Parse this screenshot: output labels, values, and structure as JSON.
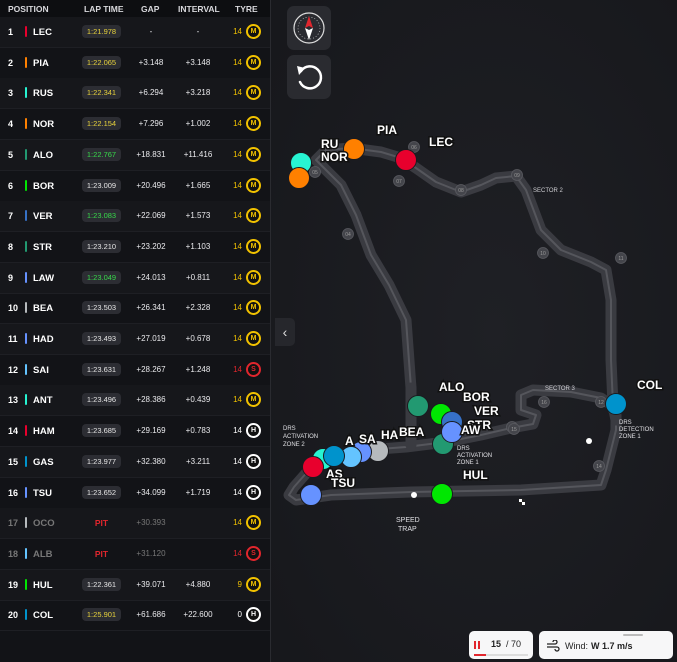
{
  "columns": {
    "position": "POSITION",
    "lap_time": "LAP TIME",
    "gap": "GAP",
    "interval": "INTERVAL",
    "tyre": "TYRE"
  },
  "drivers": [
    {
      "pos": "1",
      "code": "LEC",
      "team_color": "#e8002d",
      "lap": "1:21.978",
      "lap_style": "fast",
      "gap": "-",
      "interval": "-",
      "age": "14",
      "tyre": "M",
      "tyre_color": "#f2c200",
      "age_color": "#f2c200",
      "on_map": true,
      "label": "LEC"
    },
    {
      "pos": "2",
      "code": "PIA",
      "team_color": "#ff8000",
      "lap": "1:22.065",
      "lap_style": "fast",
      "gap": "+3.148",
      "interval": "+3.148",
      "age": "14",
      "tyre": "M",
      "tyre_color": "#f2c200",
      "age_color": "#f2c200",
      "label": "PIA"
    },
    {
      "pos": "3",
      "code": "RUS",
      "team_color": "#27f4d2",
      "lap": "1:22.341",
      "lap_style": "fast",
      "gap": "+6.294",
      "interval": "+3.218",
      "age": "14",
      "tyre": "M",
      "tyre_color": "#f2c200",
      "age_color": "#f2c200",
      "label": "RU"
    },
    {
      "pos": "4",
      "code": "NOR",
      "team_color": "#ff8000",
      "lap": "1:22.154",
      "lap_style": "fast",
      "gap": "+7.296",
      "interval": "+1.002",
      "age": "14",
      "tyre": "M",
      "tyre_color": "#f2c200",
      "age_color": "#f2c200",
      "label": "NOR"
    },
    {
      "pos": "5",
      "code": "ALO",
      "team_color": "#229971",
      "lap": "1:22.767",
      "lap_style": "pb",
      "gap": "+18.831",
      "interval": "+11.416",
      "age": "14",
      "tyre": "M",
      "tyre_color": "#f2c200",
      "age_color": "#f2c200",
      "label": "ALO"
    },
    {
      "pos": "6",
      "code": "BOR",
      "team_color": "#00e701",
      "lap": "1:23.009",
      "lap_style": "",
      "gap": "+20.496",
      "interval": "+1.665",
      "age": "14",
      "tyre": "M",
      "tyre_color": "#f2c200",
      "age_color": "#f2c200",
      "label": "BOR"
    },
    {
      "pos": "7",
      "code": "VER",
      "team_color": "#3671c6",
      "lap": "1:23.083",
      "lap_style": "pb",
      "gap": "+22.069",
      "interval": "+1.573",
      "age": "14",
      "tyre": "M",
      "tyre_color": "#f2c200",
      "age_color": "#f2c200",
      "label": "VER"
    },
    {
      "pos": "8",
      "code": "STR",
      "team_color": "#229971",
      "lap": "1:23.210",
      "lap_style": "",
      "gap": "+23.202",
      "interval": "+1.103",
      "age": "14",
      "tyre": "M",
      "tyre_color": "#f2c200",
      "age_color": "#f2c200",
      "label": "STR"
    },
    {
      "pos": "9",
      "code": "LAW",
      "team_color": "#6692ff",
      "lap": "1:23.049",
      "lap_style": "pb",
      "gap": "+24.013",
      "interval": "+0.811",
      "age": "14",
      "tyre": "M",
      "tyre_color": "#f2c200",
      "age_color": "#f2c200",
      "label": "AW"
    },
    {
      "pos": "10",
      "code": "BEA",
      "team_color": "#b6babd",
      "lap": "1:23.503",
      "lap_style": "",
      "gap": "+26.341",
      "interval": "+2.328",
      "age": "14",
      "tyre": "M",
      "tyre_color": "#f2c200",
      "age_color": "#f2c200",
      "label": "BEA"
    },
    {
      "pos": "11",
      "code": "HAD",
      "team_color": "#6692ff",
      "lap": "1:23.493",
      "lap_style": "",
      "gap": "+27.019",
      "interval": "+0.678",
      "age": "14",
      "tyre": "M",
      "tyre_color": "#f2c200",
      "age_color": "#f2c200",
      "label": "HA"
    },
    {
      "pos": "12",
      "code": "SAI",
      "team_color": "#64c4ff",
      "lap": "1:23.631",
      "lap_style": "",
      "gap": "+28.267",
      "interval": "+1.248",
      "age": "14",
      "tyre": "S",
      "tyre_color": "#e1262d",
      "age_color": "#e1262d",
      "label": "SA"
    },
    {
      "pos": "13",
      "code": "ANT",
      "team_color": "#27f4d2",
      "lap": "1:23.496",
      "lap_style": "",
      "gap": "+28.386",
      "interval": "+0.439",
      "age": "14",
      "tyre": "M",
      "tyre_color": "#f2c200",
      "age_color": "#f2c200",
      "label": "A"
    },
    {
      "pos": "14",
      "code": "HAM",
      "team_color": "#e8002d",
      "lap": "1:23.685",
      "lap_style": "",
      "gap": "+29.169",
      "interval": "+0.783",
      "age": "14",
      "tyre": "H",
      "tyre_color": "#ffffff",
      "age_color": "#ffffff",
      "label": ""
    },
    {
      "pos": "15",
      "code": "GAS",
      "team_color": "#0093cc",
      "lap": "1:23.977",
      "lap_style": "",
      "gap": "+32.380",
      "interval": "+3.211",
      "age": "14",
      "tyre": "H",
      "tyre_color": "#ffffff",
      "age_color": "#ffffff",
      "label": "AS"
    },
    {
      "pos": "16",
      "code": "TSU",
      "team_color": "#6692ff",
      "lap": "1:23.652",
      "lap_style": "",
      "gap": "+34.099",
      "interval": "+1.719",
      "age": "14",
      "tyre": "H",
      "tyre_color": "#ffffff",
      "age_color": "#ffffff",
      "label": "TSU"
    },
    {
      "pos": "17",
      "code": "OCO",
      "team_color": "#b6babd",
      "lap": "PIT",
      "lap_style": "pit",
      "gap": "+30.393",
      "interval": "",
      "age": "14",
      "tyre": "M",
      "tyre_color": "#f2c200",
      "age_color": "#f2c200",
      "out": true,
      "label": ""
    },
    {
      "pos": "18",
      "code": "ALB",
      "team_color": "#64c4ff",
      "lap": "PIT",
      "lap_style": "pit",
      "gap": "+31.120",
      "interval": "",
      "age": "14",
      "tyre": "S",
      "tyre_color": "#e1262d",
      "age_color": "#e1262d",
      "out": true,
      "label": ""
    },
    {
      "pos": "19",
      "code": "HUL",
      "team_color": "#00e701",
      "lap": "1:22.361",
      "lap_style": "",
      "gap": "+39.071",
      "interval": "+4.880",
      "age": "9",
      "tyre": "M",
      "tyre_color": "#f2c200",
      "age_color": "#f2c200",
      "label": "HUL"
    },
    {
      "pos": "20",
      "code": "COL",
      "team_color": "#0093cc",
      "lap": "1:25.901",
      "lap_style": "fast",
      "gap": "+61.686",
      "interval": "+22.600",
      "age": "0",
      "tyre": "H",
      "tyre_color": "#ffffff",
      "age_color": "#ffffff",
      "label": "COL"
    }
  ],
  "map": {
    "sector2": "SECTOR 2",
    "sector3": "SECTOR 3",
    "drs_zone2": [
      "DRS",
      "ACTIVATION",
      "ZONE 2"
    ],
    "drs_zone1": [
      "DRS",
      "ACTIVATION",
      "ZONE 1"
    ],
    "drs_detect1": [
      "DRS",
      "DETECTION",
      "ZONE 1"
    ],
    "speed_trap": [
      "SPEED",
      "TRAP"
    ],
    "corners": [
      "04",
      "05",
      "06",
      "07",
      "08",
      "09",
      "10",
      "11",
      "12",
      "13",
      "14",
      "15",
      "16"
    ]
  },
  "lap": {
    "current": "15",
    "total": "/ 70"
  },
  "wind": {
    "label": "Wind:",
    "value": "W 1.7 m/s"
  },
  "icons": {
    "compass": "compass-icon",
    "reset": "rotate-ccw-icon",
    "collapse": "chevron-left-icon",
    "wind": "wind-icon",
    "lap": "lap-counter-icon"
  }
}
